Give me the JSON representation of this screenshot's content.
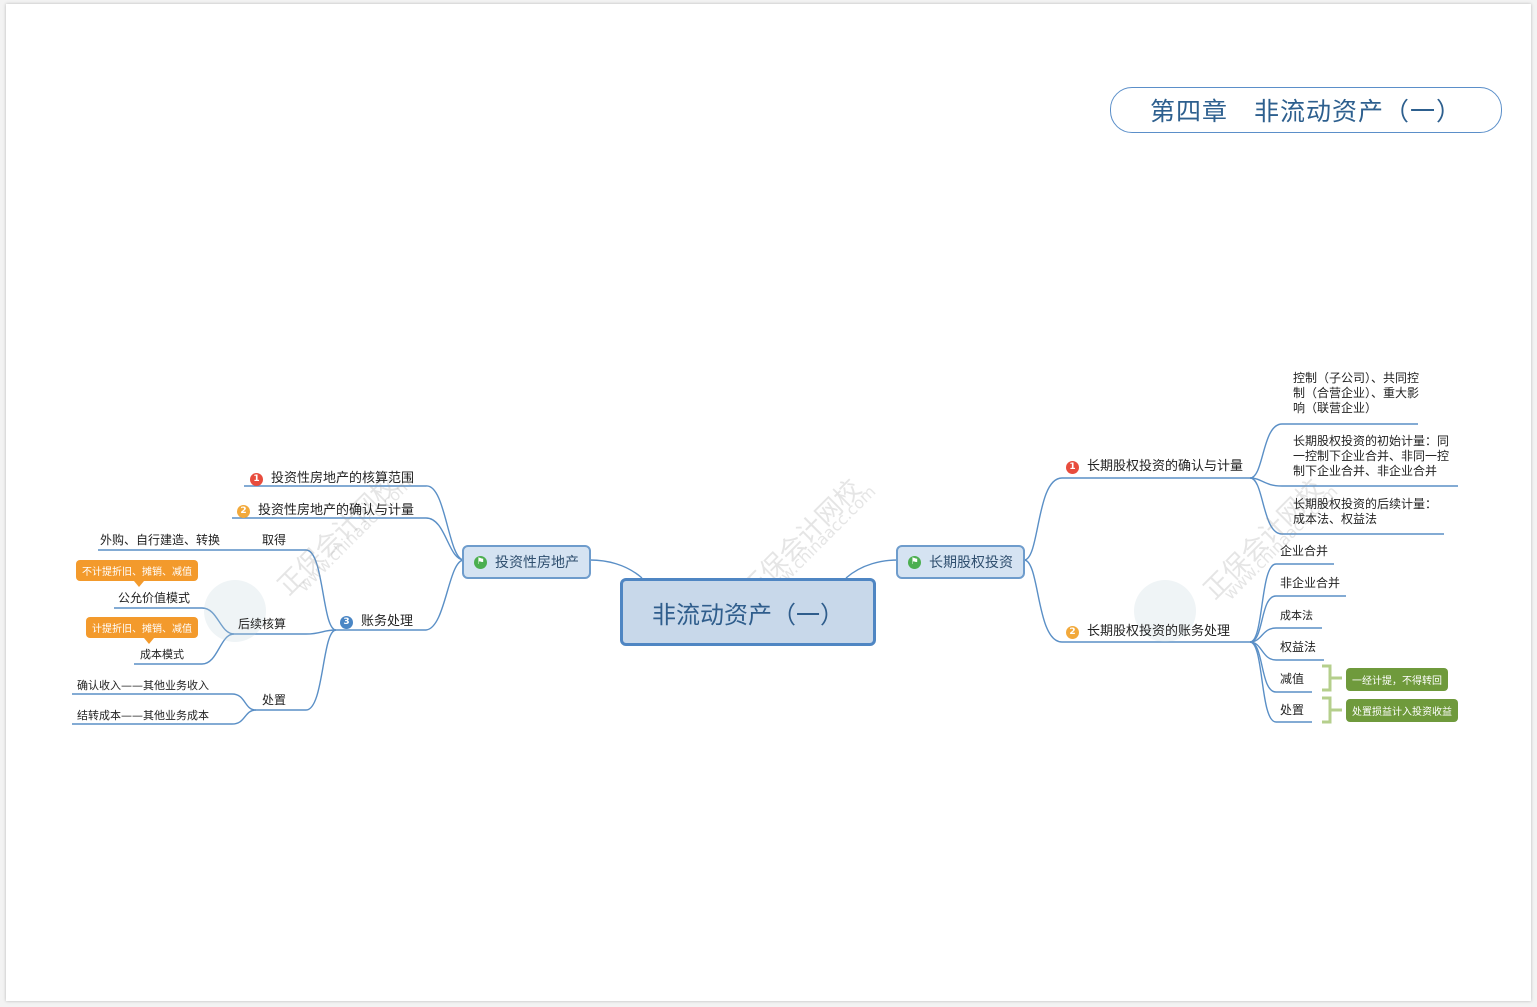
{
  "title": "第四章　非流动资产（一）",
  "center": "非流动资产（一）",
  "watermark": {
    "text": "正保会计网校",
    "url": "www.chinaacc.com"
  },
  "left": {
    "label": "投资性房地产",
    "items": {
      "one": "投资性房地产的核算范围",
      "two": "投资性房地产的确认与计量",
      "three": "账务处理"
    },
    "qude": {
      "label": "取得",
      "leaf": "外购、自行建造、转换"
    },
    "houxu": {
      "label": "后续核算",
      "fair": "公允价值模式",
      "fair_tag": "不计提折旧、摊销、减值",
      "cost": "成本模式",
      "cost_tag": "计提折旧、摊销、减值"
    },
    "chuzhi": {
      "label": "处置",
      "leaf1": "确认收入——其他业务收入",
      "leaf2": "结转成本——其他业务成本"
    }
  },
  "right": {
    "label": "长期股权投资",
    "items": {
      "one": "长期股权投资的确认与计量",
      "two": "长期股权投资的账务处理"
    },
    "recog": {
      "a": "控制（子公司）、共同控制（合营企业）、重大影响（联营企业）",
      "b": "长期股权投资的初始计量：同一控制下企业合并、非同一控制下企业合并、非企业合并",
      "c": "长期股权投资的后续计量：成本法、权益法"
    },
    "acct": {
      "hebing": "企业合并",
      "feihebing": "非企业合并",
      "chengben": "成本法",
      "quanyi": "权益法",
      "jianzhi": "减值",
      "jianzhi_tag": "一经计提，不得转回",
      "chuzhi": "处置",
      "chuzhi_tag": "处置损益计入投资收益"
    }
  },
  "badges": {
    "one": "1",
    "two": "2",
    "three": "3"
  },
  "colors": {
    "badge_one": "#e84c3d",
    "badge_two": "#f2a93b",
    "badge_three": "#4a86c5",
    "line": "#5a8fc6",
    "orange_tag": "#f39a2c",
    "green_tag": "#6f9a3c",
    "bracket": "#b5cf8c"
  },
  "icons": {
    "flag": "flag-icon"
  }
}
